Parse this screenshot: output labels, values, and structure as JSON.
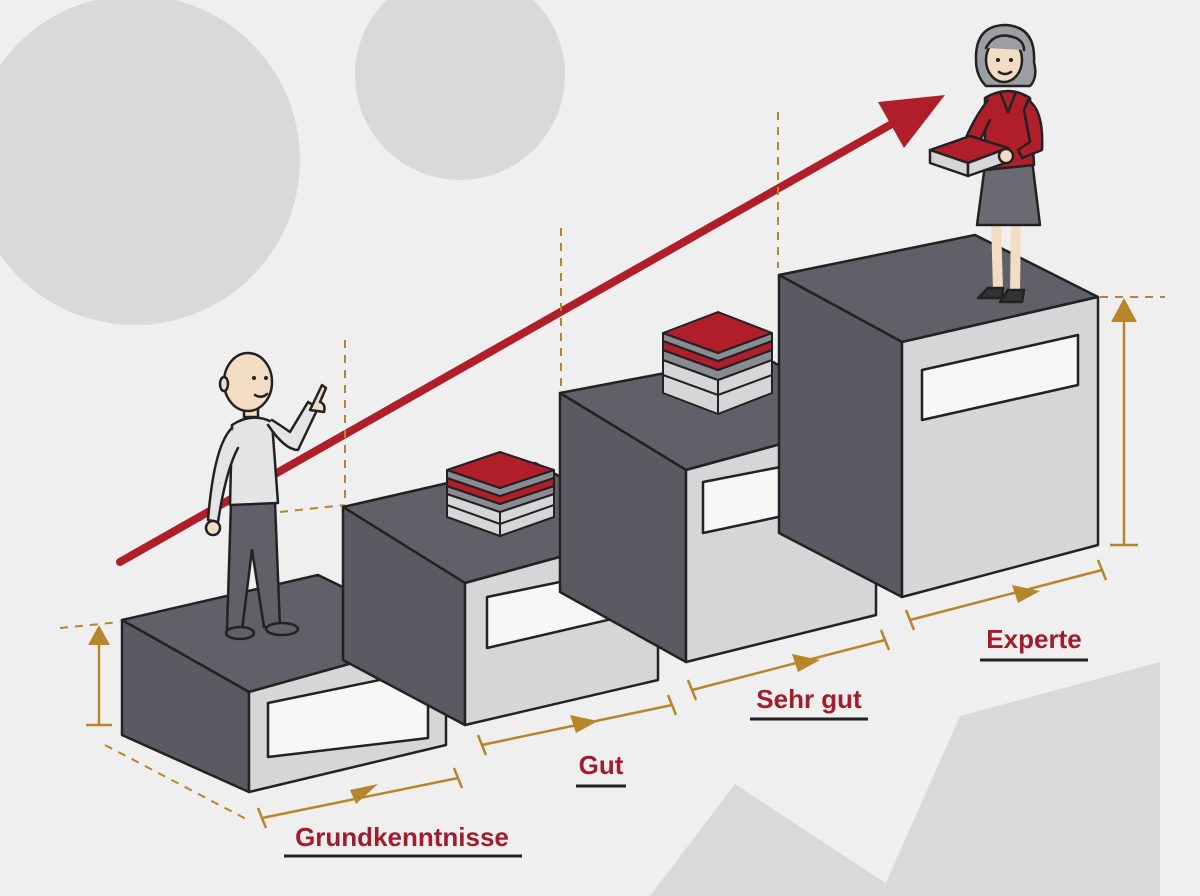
{
  "levels": [
    {
      "label": "Grundkenntnisse"
    },
    {
      "label": "Gut"
    },
    {
      "label": "Sehr gut"
    },
    {
      "label": "Experte"
    }
  ],
  "colors": {
    "background": "#efefef",
    "decor_shapes": "#d9d9db",
    "box_top": "#5f6068",
    "box_side": "#5a5b62",
    "box_front": "#d6d6d9",
    "label_panel": "#f7f7f7",
    "accent_red": "#b01e2a",
    "dimension_gold": "#b8862a",
    "label_text": "#a21c2c",
    "underline": "#222222",
    "outline": "#222222"
  },
  "icons": [
    "growth-arrow-icon",
    "book-stack-icon",
    "person-beginner-icon",
    "person-expert-icon"
  ]
}
